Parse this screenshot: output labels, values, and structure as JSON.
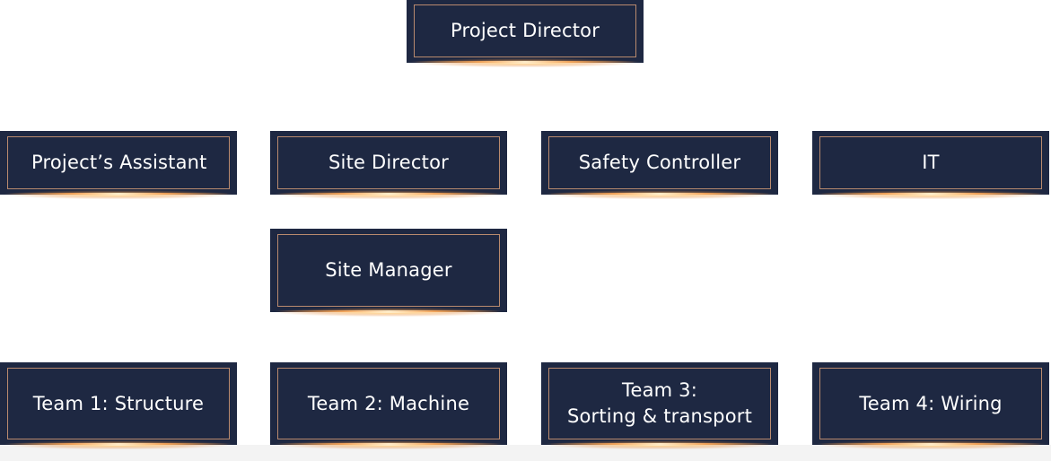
{
  "org_chart": {
    "project_director": "Project Director",
    "level_2": [
      "Project’s Assistant",
      "Site Director",
      "Safety Controller",
      "IT"
    ],
    "site_manager": "Site Manager",
    "teams": [
      "Team 1: Structure",
      "Team 2: Machine",
      "Team 3:\nSorting & transport",
      "Team 4: Wiring"
    ]
  },
  "colors": {
    "box_fill": "#1e2842",
    "box_border": "#b98a6e",
    "text": "#ffffff",
    "glow": "#ffc878"
  }
}
